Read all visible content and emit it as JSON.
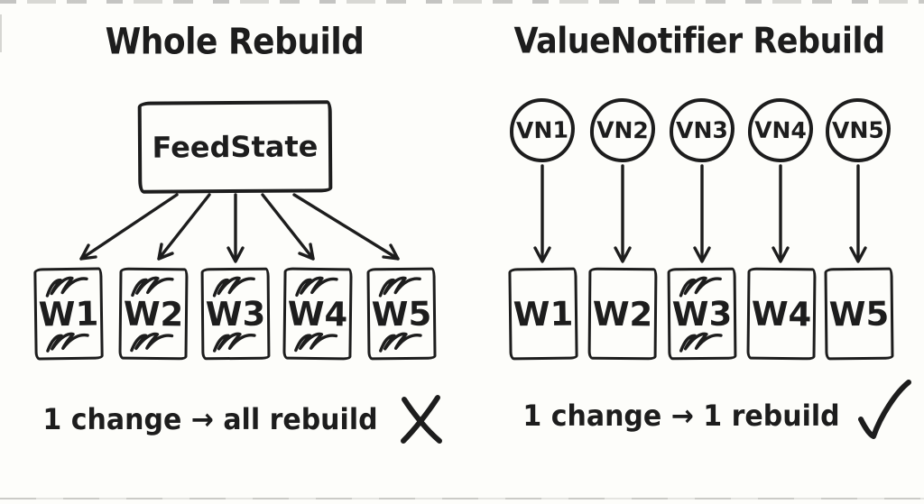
{
  "page": {
    "kind": "hand-drawn comparison diagram",
    "colors": {
      "ink": "#1d1d1d",
      "background": "#fdfdfa"
    }
  },
  "left": {
    "title": "Whole Rebuild",
    "source_label": "FeedState",
    "widgets": [
      {
        "label": "W1",
        "rebuilt": true
      },
      {
        "label": "W2",
        "rebuilt": true
      },
      {
        "label": "W3",
        "rebuilt": true
      },
      {
        "label": "W4",
        "rebuilt": true
      },
      {
        "label": "W5",
        "rebuilt": true
      }
    ],
    "caption": "1 change → all rebuild",
    "result_icon": "x-mark"
  },
  "right": {
    "title": "ValueNotifier Rebuild",
    "notifiers": [
      {
        "label": "VN1"
      },
      {
        "label": "VN2"
      },
      {
        "label": "VN3"
      },
      {
        "label": "VN4"
      },
      {
        "label": "VN5"
      }
    ],
    "widgets": [
      {
        "label": "W1",
        "rebuilt": false
      },
      {
        "label": "W2",
        "rebuilt": false
      },
      {
        "label": "W3",
        "rebuilt": true
      },
      {
        "label": "W4",
        "rebuilt": false
      },
      {
        "label": "W5",
        "rebuilt": false
      }
    ],
    "caption": "1 change → 1 rebuild",
    "result_icon": "check-mark"
  }
}
